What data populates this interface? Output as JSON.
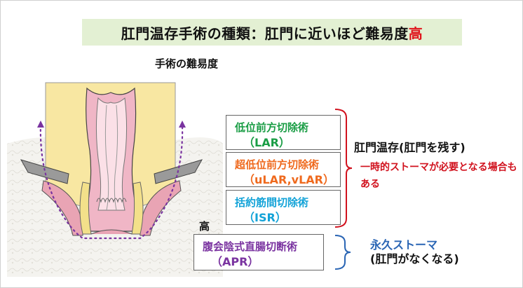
{
  "title": {
    "main": "肛門温存手術の種類：肛門に近いほど難易度",
    "accent": "高"
  },
  "subtitle": "手術の難易度",
  "difficulty_high_label": "高",
  "procedures": [
    {
      "name": "低位前方切除術",
      "abbr": "（LAR）",
      "color": "#1a9d45"
    },
    {
      "name": "超低位前方切除術",
      "abbr": "（uLAR,vLAR）",
      "color": "#ef6a1e"
    },
    {
      "name": "括約筋間切除術",
      "abbr": "（ISR）",
      "color": "#13a3d8"
    },
    {
      "name": "腹会陰式直腸切断術",
      "abbr": "（APR）",
      "color": "#7a33a0"
    }
  ],
  "annotations": {
    "preserve": "肛門温存(肛門を残す)",
    "stoma_note": "一時的ストーマが必要となる場合もある",
    "permanent": "永久ストーマ",
    "permanent_detail": "(肛門がなくなる)"
  },
  "colors": {
    "title_bg": "#e3f0d3",
    "accent_red": "#e0141c",
    "bracket_red": "#d1121e",
    "bracket_blue": "#2a65b4"
  }
}
